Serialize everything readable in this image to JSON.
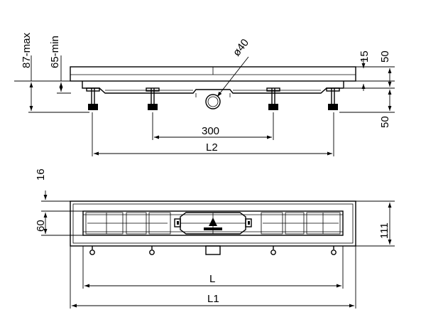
{
  "side_view": {
    "dim_87_max": "87-max",
    "dim_65_min": "65-min",
    "dim_diameter": "ø40",
    "dim_15": "15",
    "dim_50_top": "50",
    "dim_50_bottom": "50",
    "dim_300": "300",
    "dim_L2": "L2"
  },
  "top_view": {
    "dim_16": "16",
    "dim_60": "60",
    "dim_111": "111",
    "dim_L": "L",
    "dim_L1": "L1"
  }
}
